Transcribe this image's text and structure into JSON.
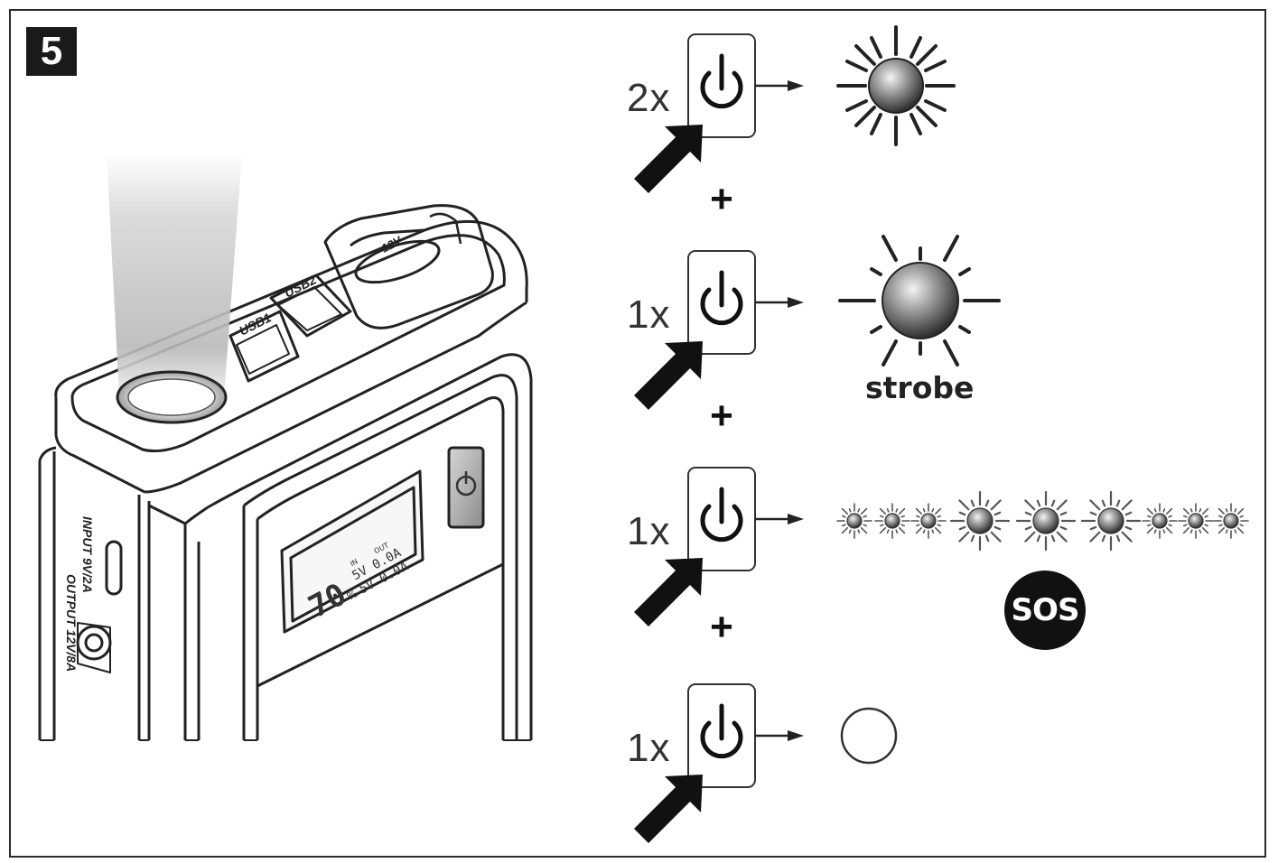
{
  "step": {
    "number": "5"
  },
  "rows": [
    {
      "count": "2x",
      "mode": "bright-light"
    },
    {
      "count": "1x",
      "mode": "strobe",
      "label": "strobe"
    },
    {
      "count": "1x",
      "mode": "sos",
      "label": "SOS"
    },
    {
      "count": "1x",
      "mode": "off"
    }
  ],
  "separator": "+",
  "device": {
    "port_usb1": "USB1",
    "port_usb2": "USB2",
    "input_label": "INPUT 9V/2A",
    "output_label": "OUTPUT 12V/8A",
    "display_value": "70",
    "display_in": "IN",
    "display_out": "OUT",
    "display_line1": "5V 0.0A",
    "display_line2": "5V 0.0A",
    "display_unit": "%",
    "cover_label": "12V"
  }
}
